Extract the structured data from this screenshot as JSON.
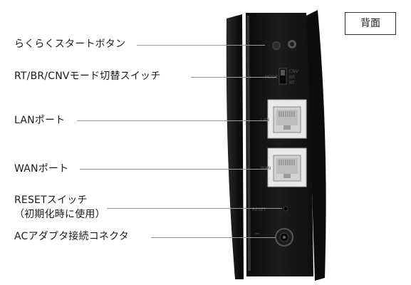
{
  "side_label": "背面",
  "callouts": {
    "easy_start_button": "らくらくスタートボタン",
    "mode_switch": "RT/BR/CNVモード切替スイッチ",
    "lan_port": "LANポート",
    "wan_port": "WANポート",
    "reset_switch_line1": "RESETスイッチ",
    "reset_switch_line2": "（初期化時に使用）",
    "ac_adapter_connector": "ACアダプタ接続コネクタ"
  },
  "device_markings": {
    "mode_rt": "RT",
    "mode_br": "BR",
    "mode_cnv": "CNV",
    "mode": "MODE",
    "lan": "LAN",
    "wan": "WAN",
    "reset": "RESET"
  }
}
